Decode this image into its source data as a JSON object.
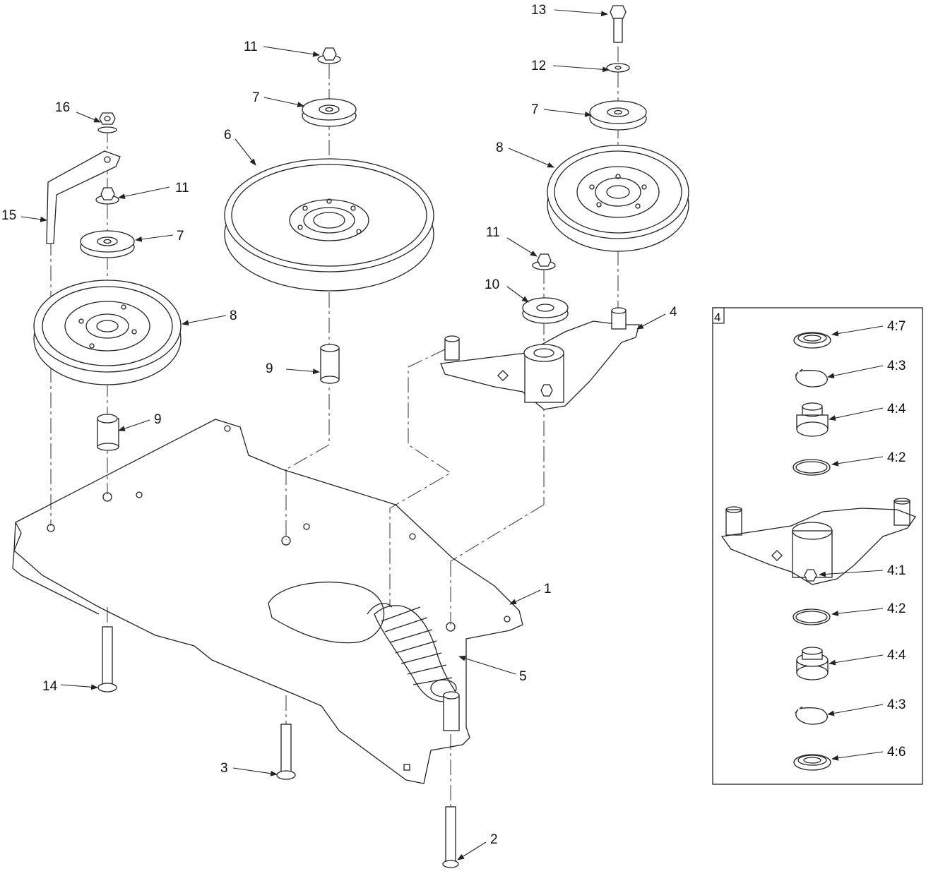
{
  "callouts": {
    "c1": "1",
    "c2": "2",
    "c3": "3",
    "c4": "4",
    "c5": "5",
    "c6": "6",
    "c7a": "7",
    "c7b": "7",
    "c7c": "7",
    "c8a": "8",
    "c8b": "8",
    "c9a": "9",
    "c9b": "9",
    "c10": "10",
    "c11a": "11",
    "c11b": "11",
    "c11c": "11",
    "c12": "12",
    "c13": "13",
    "c14": "14",
    "c15": "15",
    "c16": "16"
  },
  "inset": {
    "tag": "4",
    "items": [
      "4:7",
      "4:3",
      "4:4",
      "4:2",
      "4:1",
      "4:2",
      "4:4",
      "4:3",
      "4:6"
    ]
  }
}
